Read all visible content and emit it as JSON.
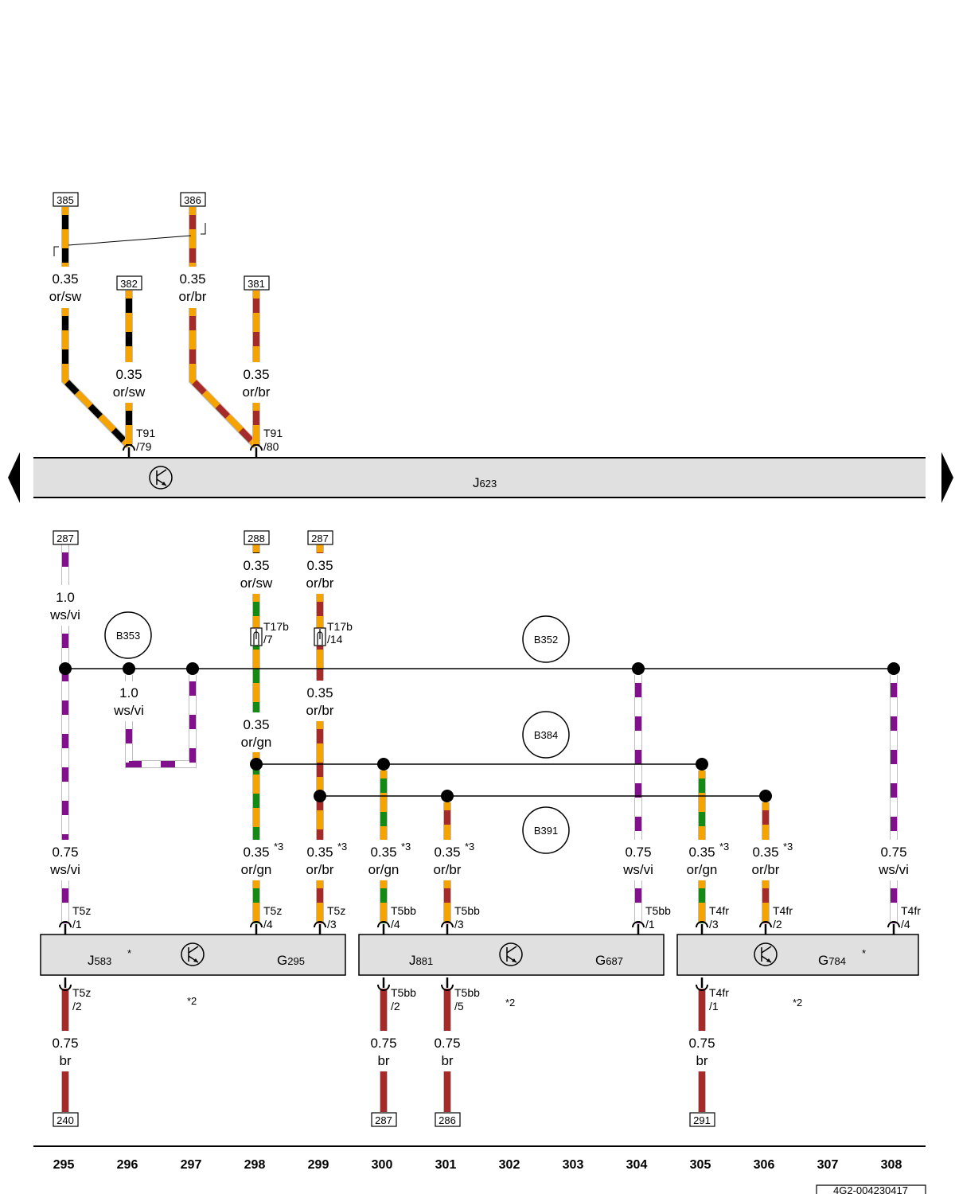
{
  "colors": {
    "or": "#f5a300",
    "sw": "#000000",
    "br": "#a52a2a",
    "gn": "#138a13",
    "vi": "#80108c",
    "ws": "#ffffff",
    "component_fill": "#e0e0e0"
  },
  "top_refs": {
    "r385": "385",
    "r386": "386",
    "r382": "382",
    "r381": "381"
  },
  "top_wires": {
    "w1": {
      "size": "0.35",
      "color": "or/sw"
    },
    "w2": {
      "size": "0.35",
      "color": "or/sw"
    },
    "w3": {
      "size": "0.35",
      "color": "or/br"
    },
    "w4": {
      "size": "0.35",
      "color": "or/br"
    }
  },
  "j623": {
    "name": "J",
    "sub": "623",
    "pin79": {
      "conn": "T91",
      "pin": "/79"
    },
    "pin80": {
      "conn": "T91",
      "pin": "/80"
    }
  },
  "mid_refs": {
    "c295": "287",
    "c298": "288",
    "c299": "287"
  },
  "mid_wires": {
    "c295_top": {
      "size": "1.0",
      "color": "ws/vi"
    },
    "c296": {
      "size": "1.0",
      "color": "ws/vi"
    },
    "c298_top": {
      "size": "0.35",
      "color": "or/sw"
    },
    "c299_top": {
      "size": "0.35",
      "color": "or/br"
    },
    "c298_mid": {
      "size": "0.35",
      "color": "or/gn"
    },
    "c299_mid": {
      "size": "0.35",
      "color": "or/br"
    }
  },
  "t17b": {
    "conn": "T17b",
    "pin7": "/7",
    "pin14": "/14"
  },
  "buses": {
    "b353": "B353",
    "b352": "B352",
    "b384": "B384",
    "b391": "B391"
  },
  "bottom_wires": [
    {
      "size": "0.75",
      "color": "ws/vi",
      "note": ""
    },
    {
      "size": "0.35",
      "color": "or/gn",
      "note": "*3"
    },
    {
      "size": "0.35",
      "color": "or/br",
      "note": "*3"
    },
    {
      "size": "0.35",
      "color": "or/gn",
      "note": "*3"
    },
    {
      "size": "0.35",
      "color": "or/br",
      "note": "*3"
    },
    {
      "size": "0.75",
      "color": "ws/vi",
      "note": ""
    },
    {
      "size": "0.35",
      "color": "or/gn",
      "note": "*3"
    },
    {
      "size": "0.35",
      "color": "or/br",
      "note": "*3"
    },
    {
      "size": "0.75",
      "color": "ws/vi",
      "note": ""
    }
  ],
  "pins_top": [
    {
      "conn": "T5z",
      "pin": "/1"
    },
    {
      "conn": "T5z",
      "pin": "/4"
    },
    {
      "conn": "T5z",
      "pin": "/3"
    },
    {
      "conn": "T5bb",
      "pin": "/4"
    },
    {
      "conn": "T5bb",
      "pin": "/3"
    },
    {
      "conn": "T5bb",
      "pin": "/1"
    },
    {
      "conn": "T4fr",
      "pin": "/3"
    },
    {
      "conn": "T4fr",
      "pin": "/2"
    },
    {
      "conn": "T4fr",
      "pin": "/4"
    }
  ],
  "components": {
    "j583": {
      "name": "J",
      "sub": "583",
      "star": "*",
      "g": "G",
      "gsub": "295",
      "note": "*2"
    },
    "j881": {
      "name": "J",
      "sub": "881",
      "g": "G",
      "gsub": "687",
      "note": "*2"
    },
    "g784": {
      "g": "G",
      "gsub": "784",
      "star": "*",
      "note": "*2"
    }
  },
  "pins_bottom": [
    {
      "conn": "T5z",
      "pin": "/2"
    },
    {
      "conn": "T5bb",
      "pin": "/2"
    },
    {
      "conn": "T5bb",
      "pin": "/5"
    },
    {
      "conn": "T4fr",
      "pin": "/1"
    }
  ],
  "ground_wires": [
    {
      "size": "0.75",
      "color": "br",
      "ref": "240"
    },
    {
      "size": "0.75",
      "color": "br",
      "ref": "287"
    },
    {
      "size": "0.75",
      "color": "br",
      "ref": "286"
    },
    {
      "size": "0.75",
      "color": "br",
      "ref": "291"
    }
  ],
  "columns": [
    "295",
    "296",
    "297",
    "298",
    "299",
    "300",
    "301",
    "302",
    "303",
    "304",
    "305",
    "306",
    "307",
    "308"
  ],
  "footer_code": "4G2-004230417"
}
